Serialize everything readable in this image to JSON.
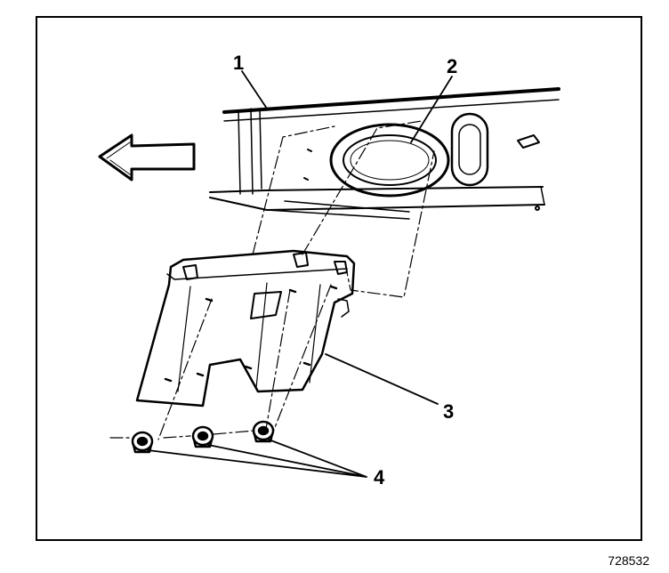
{
  "diagram": {
    "callouts": [
      {
        "id": "1",
        "label": "1"
      },
      {
        "id": "2",
        "label": "2"
      },
      {
        "id": "3",
        "label": "3"
      },
      {
        "id": "4",
        "label": "4"
      }
    ],
    "figure_id": "728532",
    "colors": {
      "ink": "#000000",
      "paper": "#ffffff"
    }
  }
}
